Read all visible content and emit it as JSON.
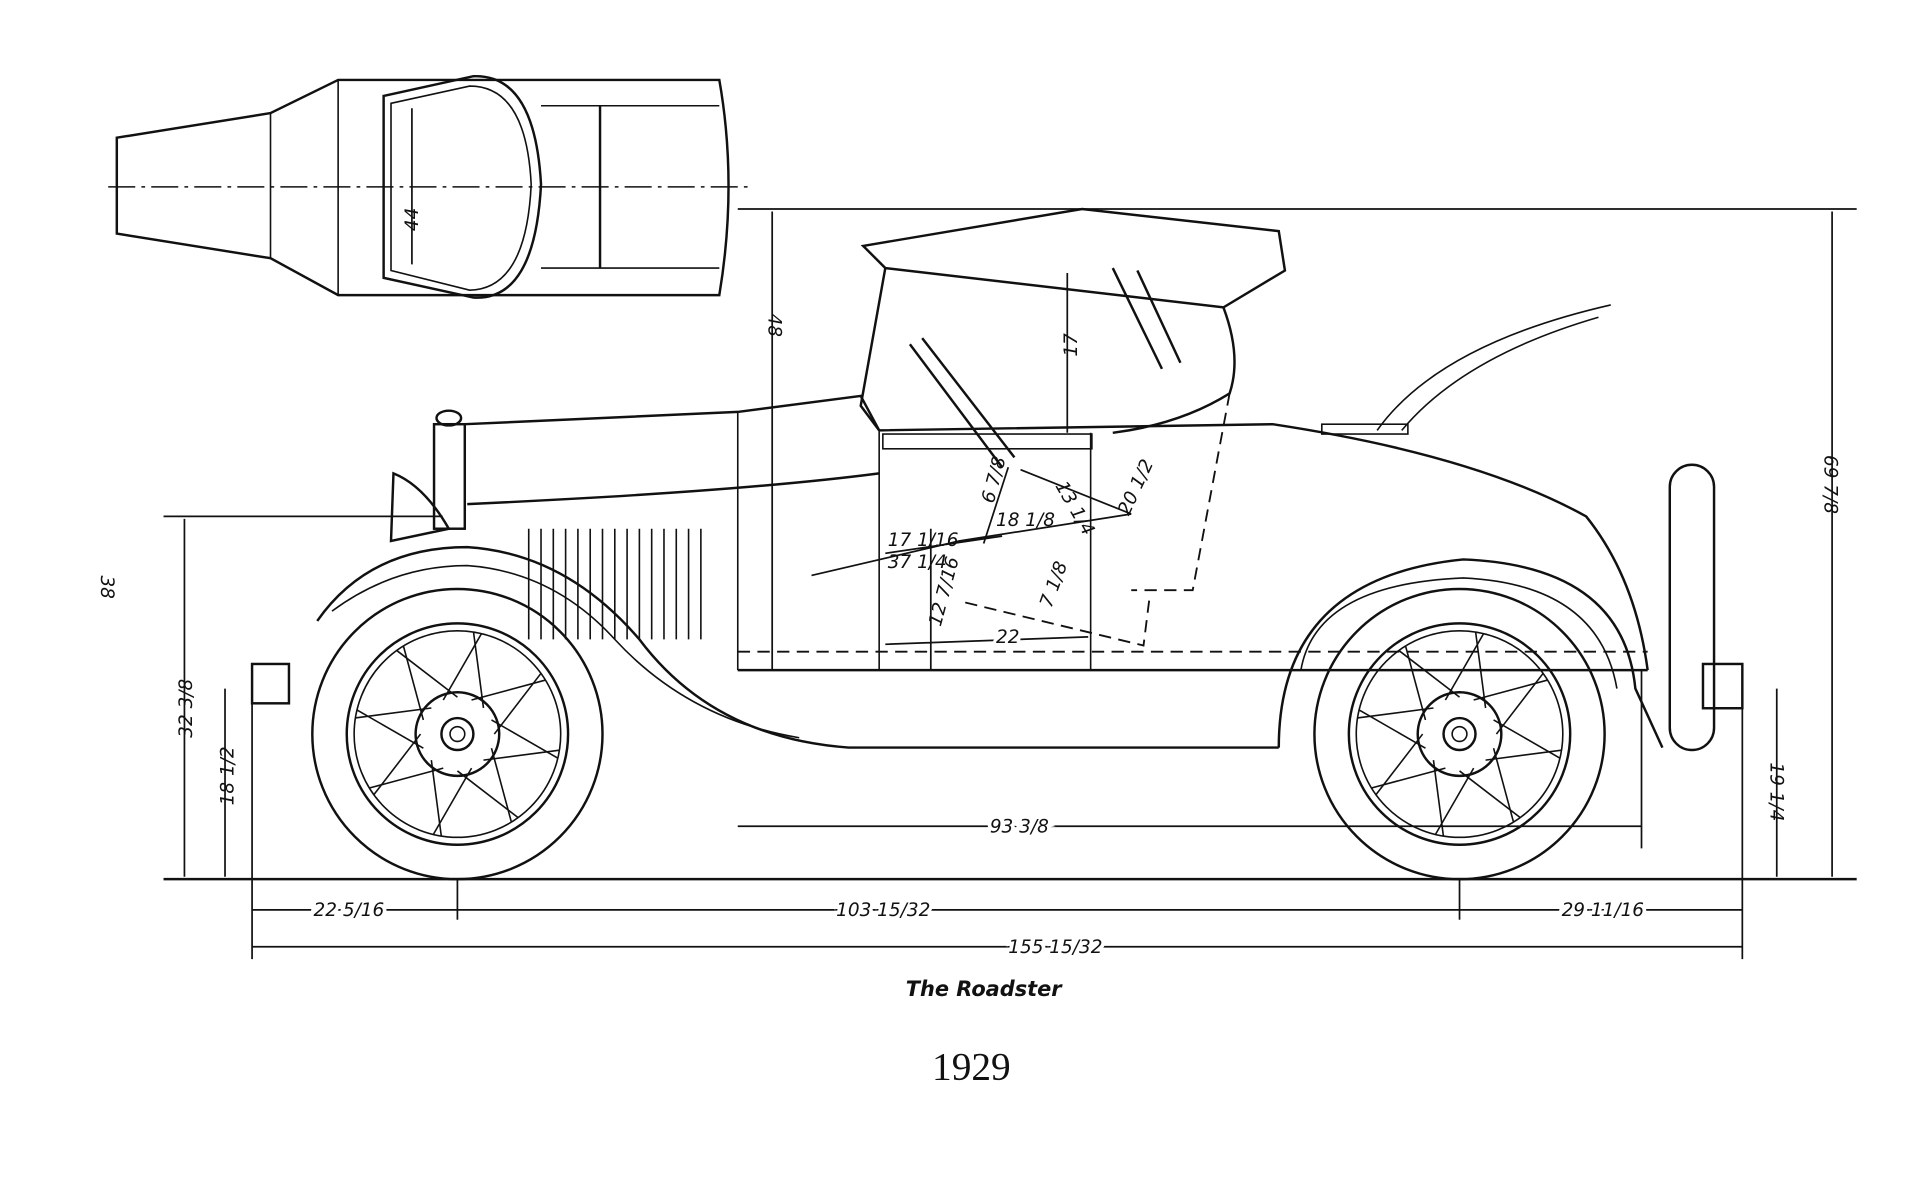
{
  "caption": "The Roadster",
  "year": "1929",
  "dimensions": {
    "top_view_width": "44",
    "cowl_height": "48",
    "top_height": "17",
    "front_height": "38",
    "frame_height": "32 3/8",
    "front_axle_height": "18 1/2",
    "overall_height": "69 7/8",
    "rear_axle_height": "19 1/4",
    "body_length": "93 3/8",
    "front_overhang": "22 5/16",
    "wheelbase": "103 15/32",
    "rear_overhang": "29 11/16",
    "overall_length": "155 15/32",
    "interior": {
      "a": "6 7/8",
      "b": "13 1/4",
      "c": "20 1/2",
      "d": "18 1/8",
      "e": "17 1/16",
      "f": "37 1/4",
      "g": "12 7/16",
      "h": "7 1/8",
      "i": "22"
    }
  }
}
